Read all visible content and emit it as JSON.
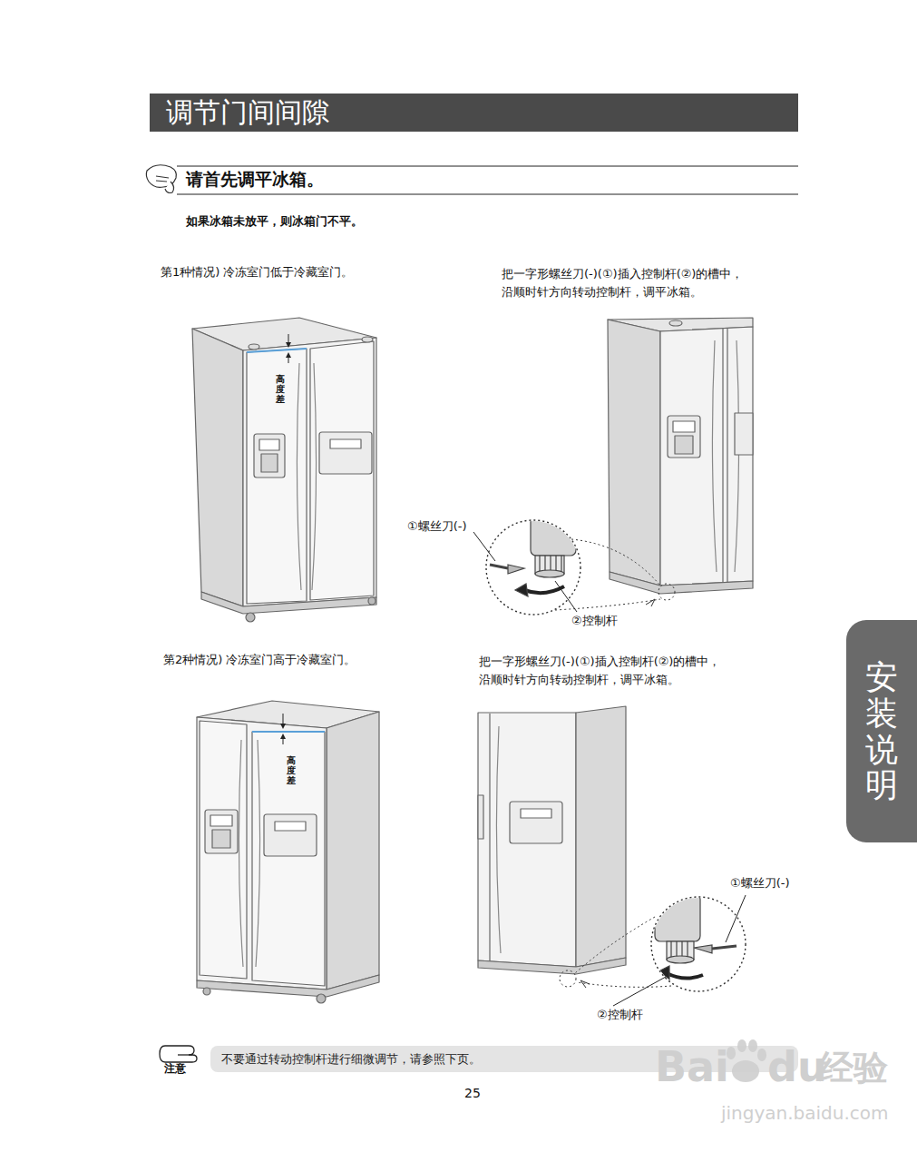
{
  "diagram": {
    "title": "调节门间间隙",
    "nodes": [
      {
        "text": [
          "安装说明"
        ]
      },
      {
        "text": [
          "不要通过转动控制杆进行细微调节，请参照下页。"
        ]
      }
    ],
    "labels": [
      "请首先调平冰箱。",
      "如果冰箱未放平，则冰箱门不平。",
      "第1种情况) 冷冻室门低于冷藏室门。",
      "把一字形螺丝刀(-)(①)插入控制杆(②)的槽中， 沿顺时针方向转动控制杆，调平冰箱。",
      "高度差",
      "①螺丝刀(-)",
      "②控制杆",
      "第2种情况) 冷冻室门高于冷藏室门。",
      "把一字形螺丝刀(-)(①)插入控制杆(②)的槽中， 沿顺时针方向转动控制杆，调平冰箱。",
      "高度差",
      "①螺丝刀(-)",
      "②控制杆",
      "注意",
      "25",
      "Bai",
      "du",
      "经验",
      "jingyan.baidu.com"
    ]
  }
}
